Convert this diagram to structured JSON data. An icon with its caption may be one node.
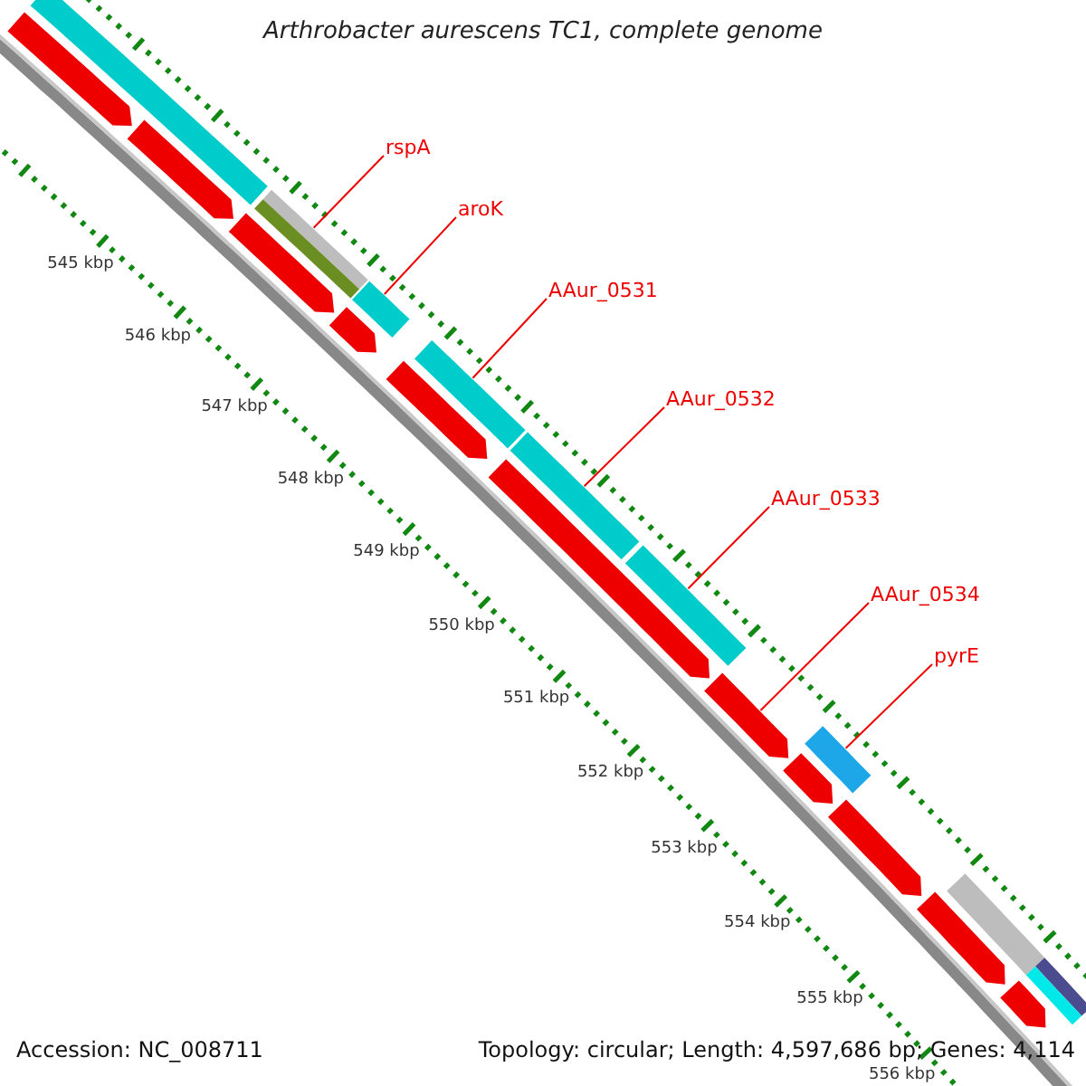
{
  "diagram": {
    "title": "Arthrobacter aurescens TC1, complete genome",
    "nodes": [
      {
        "text": [
          "rspA"
        ]
      },
      {
        "text": [
          "aroK"
        ]
      },
      {
        "text": [
          "AAur_0531"
        ]
      },
      {
        "text": [
          "AAur_0532"
        ]
      },
      {
        "text": [
          "AAur_0533"
        ]
      },
      {
        "text": [
          "AAur_0534"
        ]
      },
      {
        "text": [
          "pyrE"
        ]
      },
      {
        "text": [],
        "shape": "bar"
      },
      {
        "text": [],
        "shape": "bar"
      },
      {
        "text": [],
        "shape": "bar"
      },
      {
        "text": [],
        "shape": "bar"
      },
      {
        "text": [],
        "shape": "bar"
      },
      {
        "text": [],
        "shape": "bar"
      },
      {
        "text": [],
        "shape": "bar"
      },
      {
        "text": [],
        "shape": "bar"
      },
      {
        "text": [],
        "shape": "bar"
      },
      {
        "text": [],
        "shape": "bar"
      },
      {
        "text": [],
        "shape": "bar"
      },
      {
        "text": [],
        "shape": "bar"
      },
      {
        "text": [],
        "shape": "bar"
      },
      {
        "text": [],
        "shape": "bar"
      },
      {
        "text": [],
        "shape": "bar"
      },
      {
        "text": [],
        "shape": "bar"
      },
      {
        "text": [],
        "shape": "bar"
      },
      {
        "text": [],
        "shape": "bar"
      },
      {
        "text": [],
        "shape": "bar"
      },
      {
        "text": [],
        "shape": "bar"
      },
      {
        "text": [],
        "shape": "bar"
      }
    ],
    "edges": [
      {
        "from": 0,
        "to": 11,
        "arrow": "none"
      },
      {
        "from": 1,
        "to": 12,
        "arrow": "none"
      },
      {
        "from": 2,
        "to": 15,
        "arrow": "none"
      },
      {
        "from": 3,
        "to": 16,
        "arrow": "none"
      },
      {
        "from": 4,
        "to": 18,
        "arrow": "none"
      },
      {
        "from": 5,
        "to": 19,
        "arrow": "none"
      },
      {
        "from": 6,
        "to": 20,
        "arrow": "none"
      }
    ],
    "labels": [
      "545 kbp",
      "546 kbp",
      "547 kbp",
      "548 kbp",
      "549 kbp",
      "550 kbp",
      "551 kbp",
      "552 kbp",
      "553 kbp",
      "554 kbp",
      "555 kbp",
      "556 kbp",
      "Accession: NC_008711",
      "Topology: circular; Length: 4,597,686 bp; Genes: 4,114"
    ]
  }
}
